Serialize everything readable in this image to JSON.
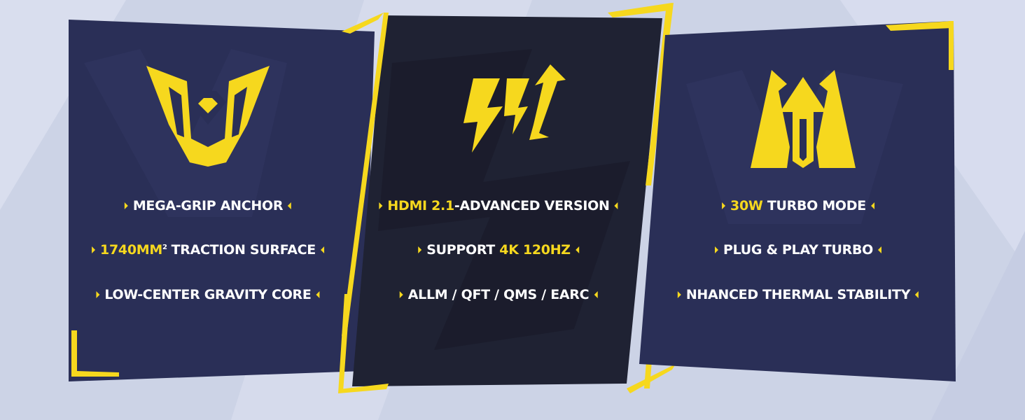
{
  "colors": {
    "background": "#ccd3e6",
    "panel_navy": "#2a2f57",
    "panel_dark": "#1f2233",
    "accent_yellow": "#f6d81e",
    "text_white": "#ffffff"
  },
  "panels": [
    {
      "icon": "shield-emblem-icon",
      "features": [
        {
          "highlight": "",
          "text": "MEGA-GRIP ANCHOR"
        },
        {
          "highlight": "1740MM",
          "sup": "2",
          "text": "TRACTION SURFACE"
        },
        {
          "highlight": "",
          "text": "LOW-CENTER GRAVITY CORE"
        }
      ]
    },
    {
      "icon": "lightning-arrow-icon",
      "features": [
        {
          "highlight": "HDMI 2.1",
          "text": "-ADVANCED VERSION"
        },
        {
          "prefix": "SUPPORT ",
          "highlight": "4K 120HZ",
          "text": ""
        },
        {
          "highlight": "",
          "text": "ALLM / QFT / QMS / EARC"
        }
      ]
    },
    {
      "icon": "turbo-arrows-icon",
      "features": [
        {
          "highlight": "30W",
          "text": " TURBO MODE"
        },
        {
          "highlight": "",
          "text": "PLUG & PLAY TURBO"
        },
        {
          "highlight": "",
          "text": "NHANCED THERMAL STABILITY"
        }
      ]
    }
  ]
}
